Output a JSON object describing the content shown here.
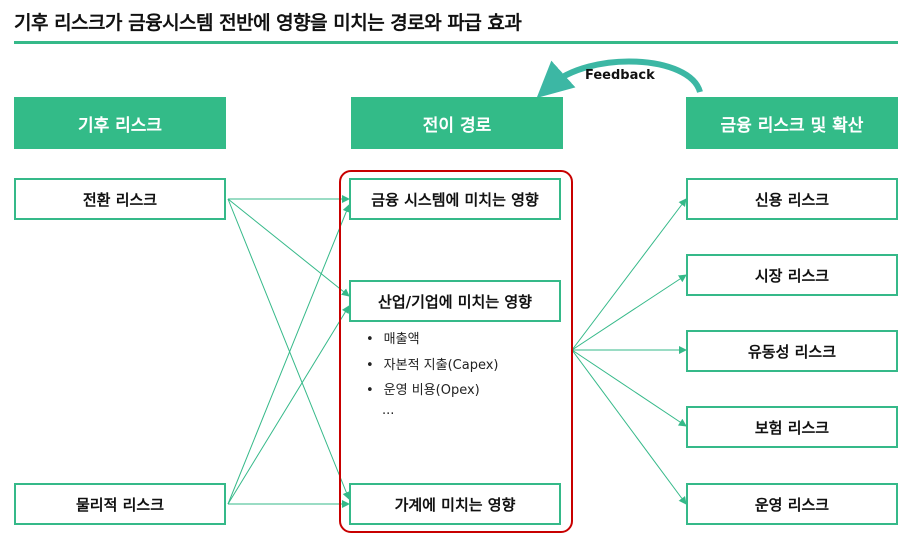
{
  "title": "기후 리스크가 금융시스템 전반에 영향을 미치는 경로와 파급 효과",
  "headers": {
    "left": "기후 리스크",
    "middle": "전이 경로",
    "right": "금융 리스크 및 확산"
  },
  "feedback": "Feedback",
  "climate_risks": [
    "전환 리스크",
    "물리적 리스크"
  ],
  "channels": [
    "금융 시스템에 미치는 영향",
    "산업/기업에 미치는 영향",
    "가계에 미치는 영향"
  ],
  "industry_items": [
    "매출액",
    "자본적 지출(Capex)",
    "운영 비용(Opex)",
    "..."
  ],
  "financial_risks": [
    "신용 리스크",
    "시장 리스크",
    "유동성 리스크",
    "보험 리스크",
    "운영 리스크"
  ],
  "colors": {
    "accent": "#33bb88",
    "border": "#c80000"
  }
}
